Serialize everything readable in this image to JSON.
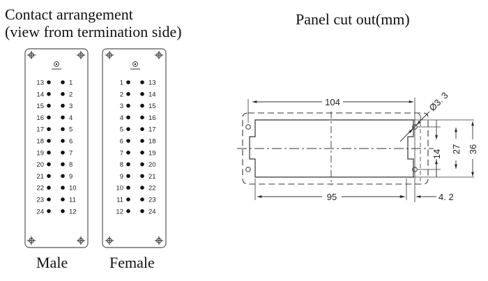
{
  "titles": {
    "contact_line1": "Contact arrangement",
    "contact_line2": "(view from termination side)",
    "panel_cutout": "Panel cut out(mm)"
  },
  "connectors": [
    {
      "name": "Male",
      "left_pins": [
        "13",
        "14",
        "15",
        "16",
        "17",
        "18",
        "19",
        "20",
        "21",
        "22",
        "23",
        "24"
      ],
      "right_pins": [
        "1",
        "2",
        "3",
        "4",
        "5",
        "6",
        "7",
        "8",
        "9",
        "10",
        "11",
        "12"
      ]
    },
    {
      "name": "Female",
      "left_pins": [
        "1",
        "2",
        "3",
        "4",
        "5",
        "6",
        "7",
        "8",
        "9",
        "10",
        "11",
        "12"
      ],
      "right_pins": [
        "13",
        "14",
        "15",
        "16",
        "17",
        "18",
        "19",
        "20",
        "21",
        "22",
        "23",
        "24"
      ]
    }
  ],
  "panel_cutout": {
    "dimensions": {
      "overall_width": "104",
      "cutout_width": "95",
      "hole_diameter": "Ø3. 3",
      "hole_offset": "4. 2",
      "hole_spacing_vertical": "14",
      "cutout_height": "27",
      "overall_height": "36"
    }
  },
  "colors": {
    "line": "#333333",
    "dot": "#111111",
    "background": "#ffffff"
  }
}
